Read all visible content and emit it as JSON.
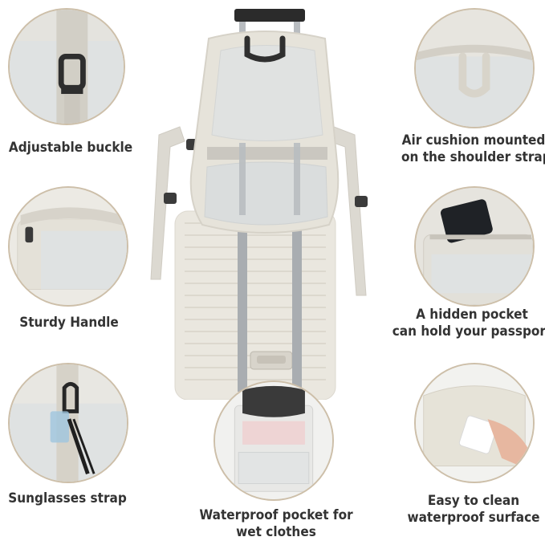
{
  "features": {
    "adjustable_buckle": "Adjustable buckle",
    "sturdy_handle": "Sturdy Handle",
    "sunglasses_strap": "Sunglasses strap",
    "air_cushion_line1": "Air cushion mounted",
    "air_cushion_line2": "on the shoulder strap",
    "hidden_pocket_line1": "A hidden pocket",
    "hidden_pocket_line2": "can hold your passport",
    "easy_clean_line1": "Easy to clean",
    "easy_clean_line2": "waterproof surface",
    "waterproof_pocket_line1": "Waterproof pocket for",
    "waterproof_pocket_line2": "wet clothes"
  },
  "colors": {
    "backpack": "#e6e3da",
    "circle_border": "#cdbfa9",
    "caption_text": "#333333",
    "mesh": "#d9dcdc",
    "webbing": "#c9c6bf",
    "suitcase": "#ece9e2",
    "handle_tube": "#b8bcc0"
  }
}
